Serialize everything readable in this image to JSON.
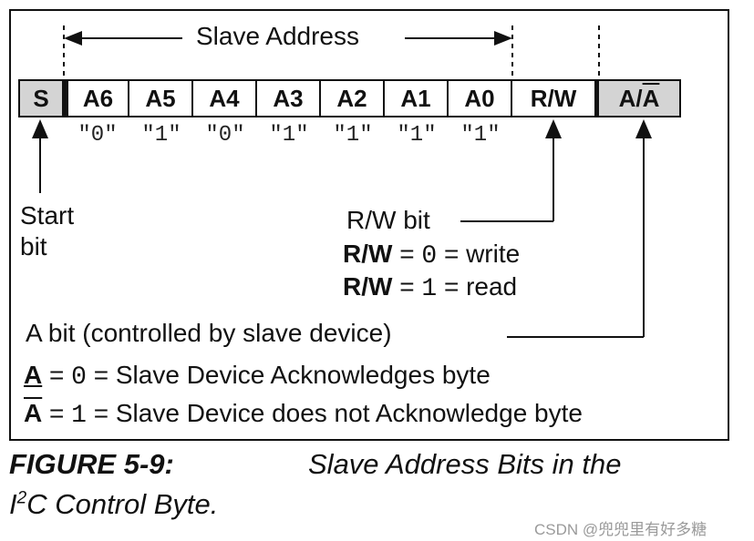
{
  "header": {
    "slave_address": "Slave Address"
  },
  "cells": [
    {
      "label": "S"
    },
    {
      "label": "A6"
    },
    {
      "label": "A5"
    },
    {
      "label": "A4"
    },
    {
      "label": "A3"
    },
    {
      "label": "A2"
    },
    {
      "label": "A1"
    },
    {
      "label": "A0"
    },
    {
      "label": "R/W"
    }
  ],
  "ack_cell": {
    "label_left": "A/",
    "label_right": "A"
  },
  "bit_values": [
    "\"0\"",
    "\"1\"",
    "\"0\"",
    "\"1\"",
    "\"1\"",
    "\"1\"",
    "\"1\""
  ],
  "start_bit": {
    "line1": "Start",
    "line2": "bit"
  },
  "rw": {
    "title": "R/W bit",
    "line1_bold": "R/W",
    "line1_eq": " = ",
    "line1_val": "0",
    "line1_rest": " = write",
    "line2_bold": "R/W",
    "line2_eq": " = ",
    "line2_val": "1",
    "line2_rest": " = read"
  },
  "ack": {
    "title": "A bit (controlled by slave device)",
    "line1_sym": "A",
    "line1_eq": " = ",
    "line1_val": "0",
    "line1_rest": " = Slave Device Acknowledges byte",
    "line2_sym": "A",
    "line2_eq": " = ",
    "line2_val": "1",
    "line2_rest": " = Slave Device does not Acknowledge byte"
  },
  "caption": {
    "figure": "FIGURE 5-9:",
    "text1": "Slave Address Bits in the",
    "i": "I",
    "sup": "2",
    "text2": "C Control Byte."
  },
  "watermark": "CSDN @兜兜里有好多糖"
}
